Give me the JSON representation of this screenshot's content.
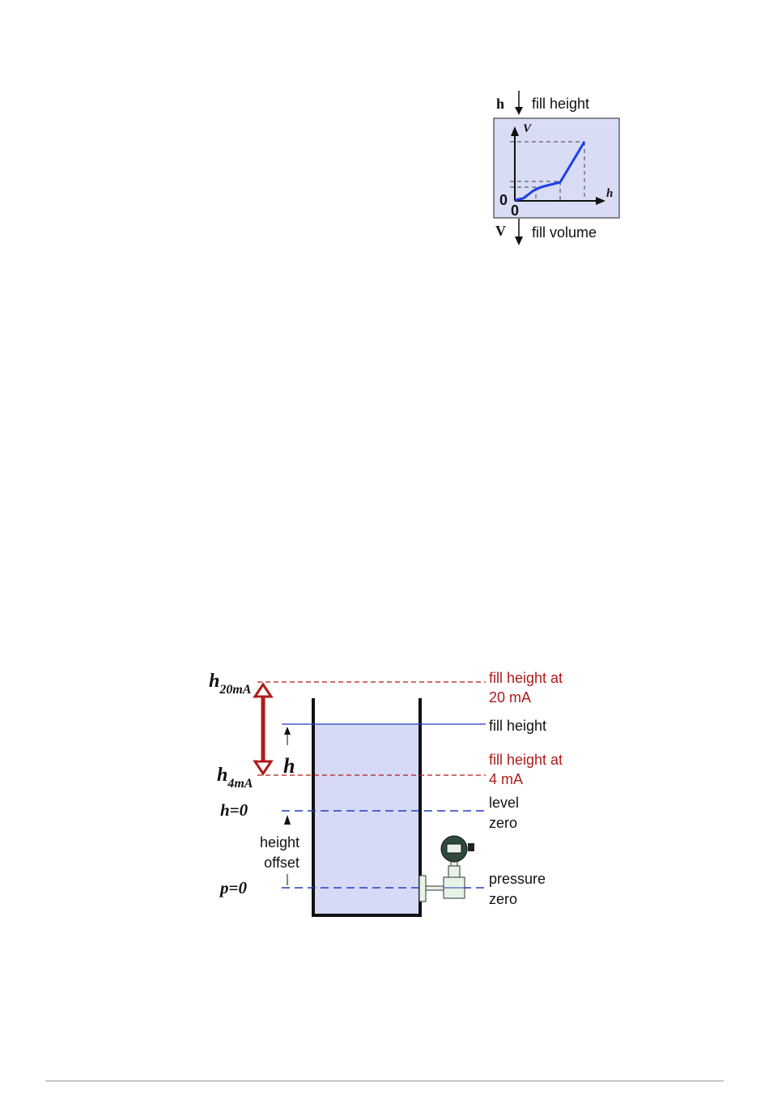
{
  "linearization_diagram": {
    "input_symbol": "h",
    "input_label": "fill height",
    "output_symbol": "V",
    "output_label": "fill volume",
    "y_axis_symbol": "V",
    "x_axis_symbol": "h",
    "origin_y": "0",
    "origin_x": "0",
    "curve_color": "#1f3fe6",
    "box_color": "#d8dcf5"
  },
  "tank_diagram": {
    "h20_main": "h",
    "h20_sub": "20mA",
    "h4_main": "h",
    "h4_sub": "4mA",
    "h_symbol": "h",
    "h_zero": "h=0",
    "p_zero": "p=0",
    "height_offset": [
      "height",
      "offset"
    ],
    "fill_height_20": [
      "fill height at",
      "20 mA"
    ],
    "fill_height": "fill height",
    "fill_height_4": [
      "fill height at",
      "4 mA"
    ],
    "level_zero": [
      "level",
      "zero"
    ],
    "pressure_zero": [
      "pressure",
      "zero"
    ],
    "red_color": "#b01a1a",
    "blue_color": "#1f3fbf",
    "liquid_color": "#d6daf7"
  }
}
